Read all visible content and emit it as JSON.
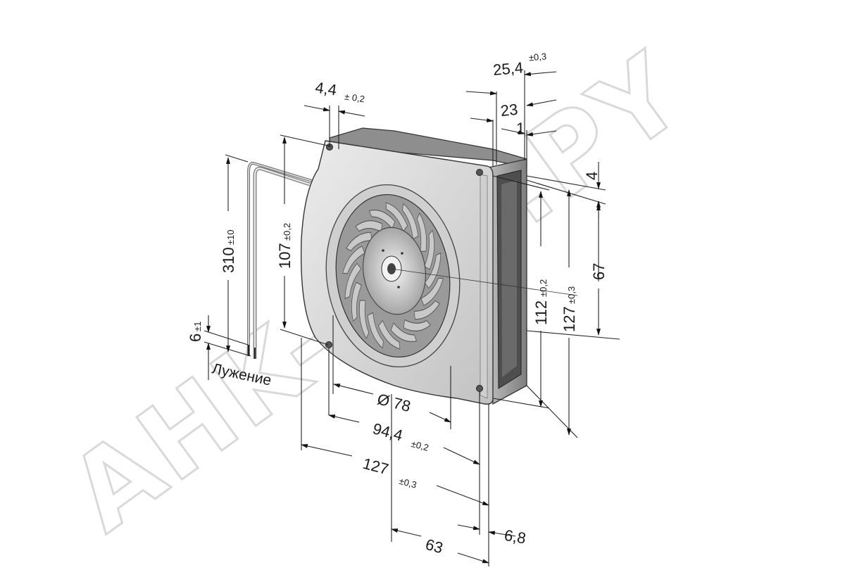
{
  "labels": {
    "mount_hole": "4,4",
    "mount_hole_tol": "± 0,2",
    "depth_total": "25,4",
    "depth_total_tol": "±0,3",
    "depth_body": "23",
    "depth_flange": "1",
    "outlet_offset": "4",
    "outlet_height": "67",
    "hole_spacing_v": "107",
    "hole_spacing_v_tol": "±0,2",
    "cable_length": "310",
    "cable_length_tol": "±10",
    "strip_length": "6",
    "strip_length_tol": "±1",
    "tinning": "Лужение",
    "height_inner": "112",
    "height_inner_tol": "±0,2",
    "height_total": "127",
    "height_total_tol": "±0,3",
    "impeller_diameter": "Ø 78",
    "hole_spacing_h": "94,4",
    "hole_spacing_h_tol": "±0,2",
    "width_total": "127",
    "width_total_tol": "±0,3",
    "center_offset": "63",
    "outlet_thickness": "6,8"
  },
  "watermark": "AHK-ASP.PY",
  "colors": {
    "housing": "#d6d6d6",
    "housing_shadow": "#a9a9a9",
    "outlet_dark": "#555555",
    "impeller": "#bdbdbd",
    "watermark": "#d9d9d9"
  }
}
